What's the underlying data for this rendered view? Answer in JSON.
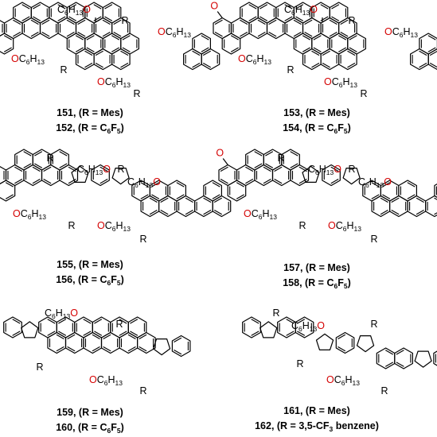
{
  "colors": {
    "oxygen": "#d40000",
    "bond": "#000000",
    "text": "#000000"
  },
  "labels": {
    "o": "O",
    "r": "R",
    "oc": "OC",
    "c": "C",
    "h": "H",
    "six": "6",
    "thirteen": "13"
  },
  "compounds": [
    {
      "id": "c151",
      "caption_lines": [
        {
          "number": "151",
          "text": ", (R = Mes)"
        },
        {
          "number": "152",
          "text": ", (R = C",
          "sub": "6",
          "tail": "F",
          "sub2": "5",
          "end": ")"
        }
      ]
    },
    {
      "id": "c153",
      "caption_lines": [
        {
          "number": "153",
          "text": ", (R = Mes)"
        },
        {
          "number": "154",
          "text": ", (R = C",
          "sub": "6",
          "tail": "F",
          "sub2": "5",
          "end": ")"
        }
      ]
    },
    {
      "id": "c155",
      "caption_lines": [
        {
          "number": "155",
          "text": ", (R = Mes)"
        },
        {
          "number": "156",
          "text": ", (R = C",
          "sub": "6",
          "tail": "F",
          "sub2": "5",
          "end": ")"
        }
      ]
    },
    {
      "id": "c157",
      "caption_lines": [
        {
          "number": "157",
          "text": ", (R = Mes)"
        },
        {
          "number": "158",
          "text": ",  (R = C",
          "sub": "6",
          "tail": "F",
          "sub2": "5",
          "end": ")"
        }
      ]
    },
    {
      "id": "c159",
      "caption_lines": [
        {
          "number": "159",
          "text": ", (R = Mes)"
        },
        {
          "number": "160",
          "text": ", (R = C",
          "sub": "6",
          "tail": "F",
          "sub2": "5",
          "end": ")"
        }
      ]
    },
    {
      "id": "c161",
      "caption_lines": [
        {
          "number": "161",
          "text": ", (R = Mes)"
        },
        {
          "number": "162",
          "text": ", (R = 3,5-CF",
          "sub": "3",
          "tail": " benzene)"
        }
      ]
    }
  ]
}
